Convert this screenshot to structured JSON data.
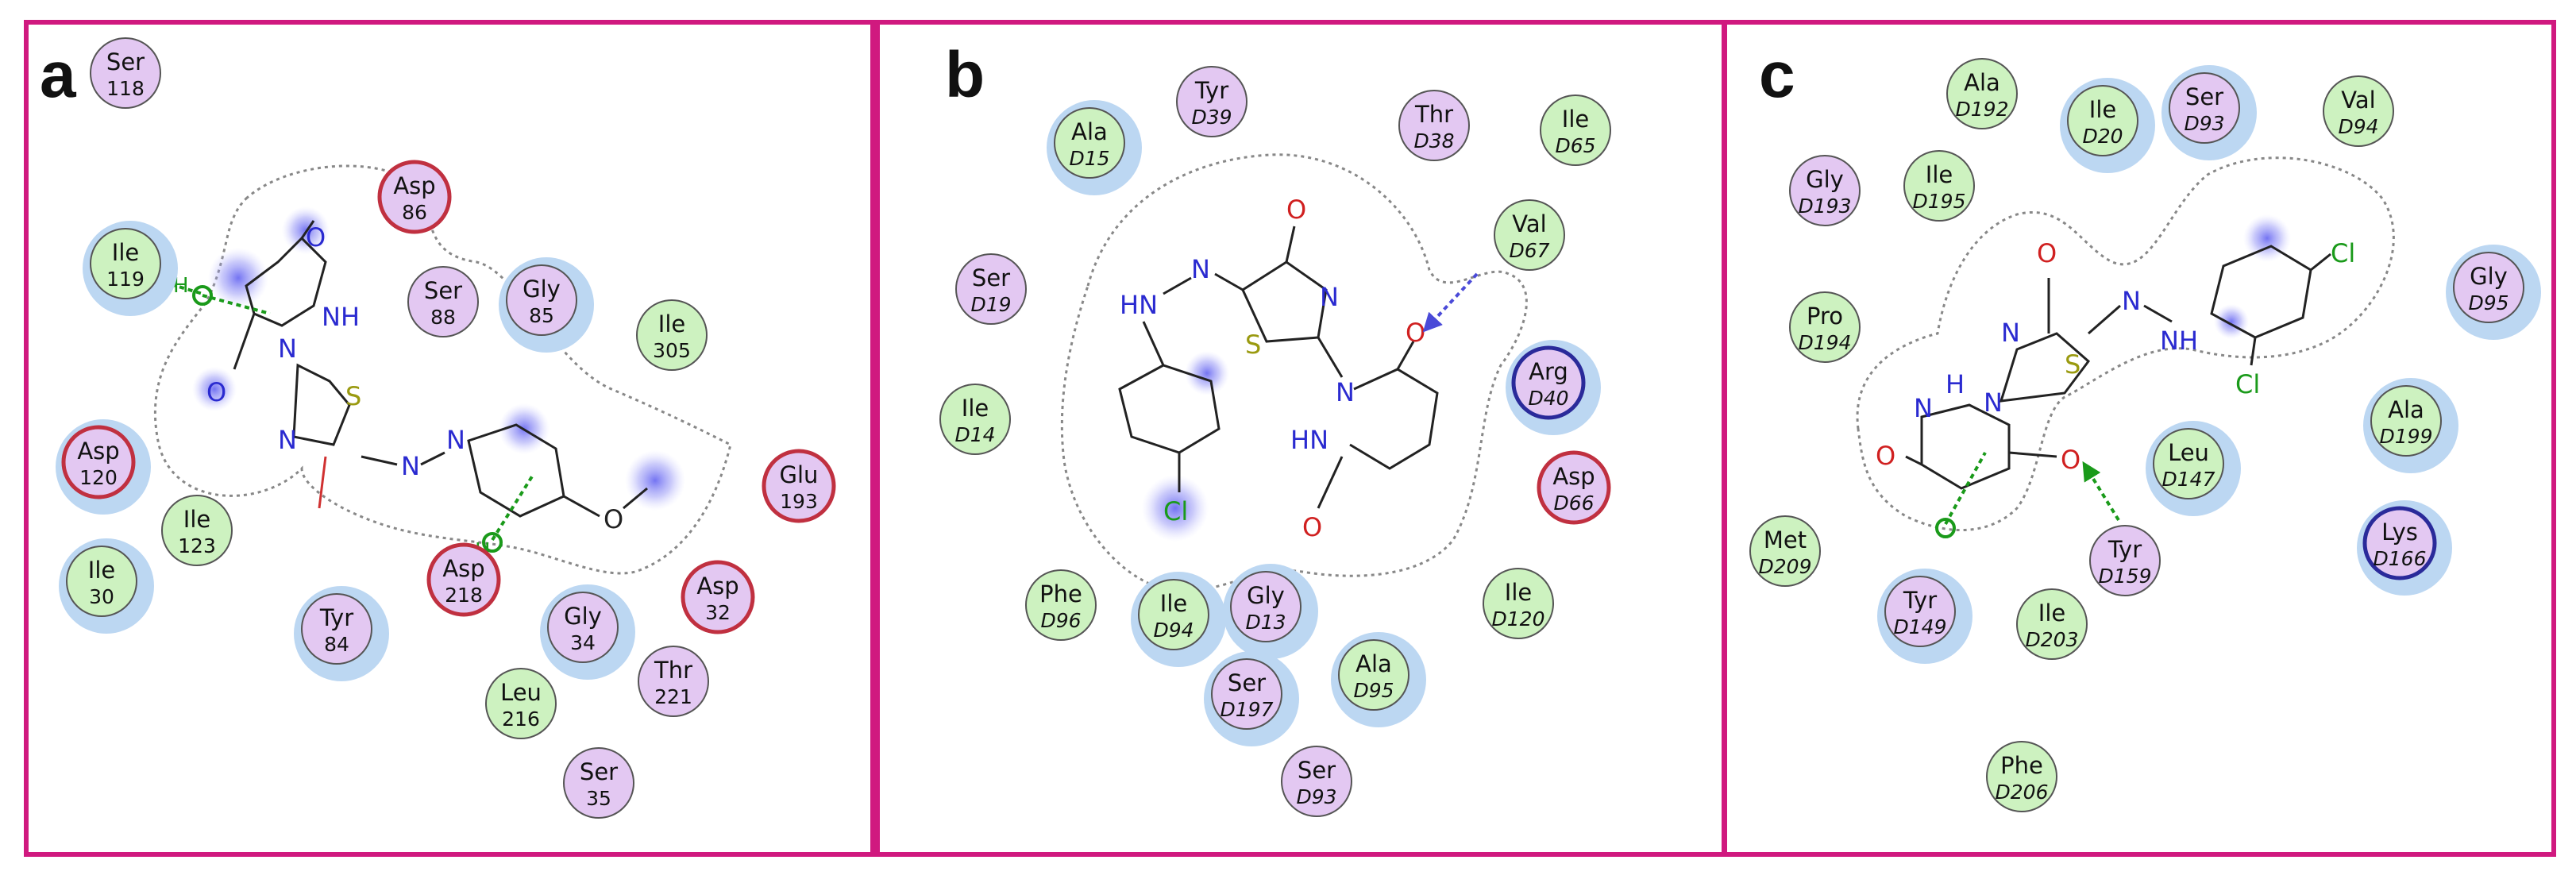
{
  "colors": {
    "frame": "#d0197f",
    "polar": "#e3c8f2",
    "hydrophobic": "#cdf2c0",
    "acidic_ring": "#c03040",
    "basic_ring": "#2a2a9a",
    "neutral_ring": "#555555",
    "exposure": "#bcd7f2",
    "nitrogen": "#2a2ad0",
    "oxygen": "#d02020",
    "sulfur": "#9a9a10",
    "chlorine": "#1a9a1a",
    "pi_contact": "#1a9a1a"
  },
  "panels": [
    {
      "id": "a",
      "label": "a",
      "residues": [
        {
          "name": "Ser",
          "num": "118",
          "type": "polar",
          "ring": "neutral"
        },
        {
          "name": "Asp",
          "num": "86",
          "type": "polar",
          "ring": "acidic"
        },
        {
          "name": "Ile",
          "num": "119",
          "type": "hydrophobic",
          "ring": "neutral"
        },
        {
          "name": "Ser",
          "num": "88",
          "type": "polar",
          "ring": "neutral"
        },
        {
          "name": "Gly",
          "num": "85",
          "type": "polar",
          "ring": "neutral"
        },
        {
          "name": "Ile",
          "num": "305",
          "type": "hydrophobic",
          "ring": "neutral"
        },
        {
          "name": "Asp",
          "num": "120",
          "type": "polar",
          "ring": "acidic"
        },
        {
          "name": "Ile",
          "num": "123",
          "type": "hydrophobic",
          "ring": "neutral"
        },
        {
          "name": "Glu",
          "num": "193",
          "type": "polar",
          "ring": "acidic"
        },
        {
          "name": "Ile",
          "num": "30",
          "type": "hydrophobic",
          "ring": "neutral"
        },
        {
          "name": "Tyr",
          "num": "84",
          "type": "polar",
          "ring": "neutral"
        },
        {
          "name": "Asp",
          "num": "218",
          "type": "polar",
          "ring": "acidic"
        },
        {
          "name": "Gly",
          "num": "34",
          "type": "polar",
          "ring": "neutral"
        },
        {
          "name": "Asp",
          "num": "32",
          "type": "polar",
          "ring": "acidic"
        },
        {
          "name": "Leu",
          "num": "216",
          "type": "hydrophobic",
          "ring": "neutral"
        },
        {
          "name": "Thr",
          "num": "221",
          "type": "polar",
          "ring": "neutral"
        },
        {
          "name": "Ser",
          "num": "35",
          "type": "polar",
          "ring": "neutral"
        }
      ]
    },
    {
      "id": "b",
      "label": "b",
      "residues": [
        {
          "name": "Tyr",
          "num": "D39",
          "type": "polar",
          "ring": "neutral"
        },
        {
          "name": "Ala",
          "num": "D15",
          "type": "hydrophobic",
          "ring": "neutral"
        },
        {
          "name": "Thr",
          "num": "D38",
          "type": "polar",
          "ring": "neutral"
        },
        {
          "name": "Ile",
          "num": "D65",
          "type": "hydrophobic",
          "ring": "neutral"
        },
        {
          "name": "Ser",
          "num": "D19",
          "type": "polar",
          "ring": "neutral"
        },
        {
          "name": "Val",
          "num": "D67",
          "type": "hydrophobic",
          "ring": "neutral"
        },
        {
          "name": "Arg",
          "num": "D40",
          "type": "polar",
          "ring": "basic"
        },
        {
          "name": "Ile",
          "num": "D14",
          "type": "hydrophobic",
          "ring": "neutral"
        },
        {
          "name": "Asp",
          "num": "D66",
          "type": "polar",
          "ring": "acidic"
        },
        {
          "name": "Phe",
          "num": "D96",
          "type": "hydrophobic",
          "ring": "neutral"
        },
        {
          "name": "Ile",
          "num": "D94",
          "type": "hydrophobic",
          "ring": "neutral"
        },
        {
          "name": "Gly",
          "num": "D13",
          "type": "polar",
          "ring": "neutral"
        },
        {
          "name": "Ile",
          "num": "D120",
          "type": "hydrophobic",
          "ring": "neutral"
        },
        {
          "name": "Ser",
          "num": "D197",
          "type": "polar",
          "ring": "neutral"
        },
        {
          "name": "Ala",
          "num": "D95",
          "type": "hydrophobic",
          "ring": "neutral"
        },
        {
          "name": "Ser",
          "num": "D93",
          "type": "polar",
          "ring": "neutral"
        }
      ]
    },
    {
      "id": "c",
      "label": "c",
      "residues": [
        {
          "name": "Ala",
          "num": "D192",
          "type": "hydrophobic",
          "ring": "neutral"
        },
        {
          "name": "Ile",
          "num": "D20",
          "type": "hydrophobic",
          "ring": "neutral"
        },
        {
          "name": "Ser",
          "num": "D93",
          "type": "polar",
          "ring": "neutral"
        },
        {
          "name": "Val",
          "num": "D94",
          "type": "hydrophobic",
          "ring": "neutral"
        },
        {
          "name": "Gly",
          "num": "D193",
          "type": "polar",
          "ring": "neutral"
        },
        {
          "name": "Ile",
          "num": "D195",
          "type": "hydrophobic",
          "ring": "neutral"
        },
        {
          "name": "Gly",
          "num": "D95",
          "type": "polar",
          "ring": "neutral"
        },
        {
          "name": "Pro",
          "num": "D194",
          "type": "hydrophobic",
          "ring": "neutral"
        },
        {
          "name": "Ala",
          "num": "D199",
          "type": "hydrophobic",
          "ring": "neutral"
        },
        {
          "name": "Leu",
          "num": "D147",
          "type": "hydrophobic",
          "ring": "neutral"
        },
        {
          "name": "Met",
          "num": "D209",
          "type": "hydrophobic",
          "ring": "neutral"
        },
        {
          "name": "Tyr",
          "num": "D159",
          "type": "polar",
          "ring": "neutral"
        },
        {
          "name": "Lys",
          "num": "D166",
          "type": "polar",
          "ring": "basic"
        },
        {
          "name": "Tyr",
          "num": "D149",
          "type": "polar",
          "ring": "neutral"
        },
        {
          "name": "Ile",
          "num": "D203",
          "type": "hydrophobic",
          "ring": "neutral"
        },
        {
          "name": "Phe",
          "num": "D206",
          "type": "hydrophobic",
          "ring": "neutral"
        }
      ]
    }
  ],
  "atoms": {
    "O": "O",
    "N": "N",
    "H": "H",
    "S": "S",
    "Cl": "Cl",
    "HN": "HN",
    "NH": "NH"
  }
}
